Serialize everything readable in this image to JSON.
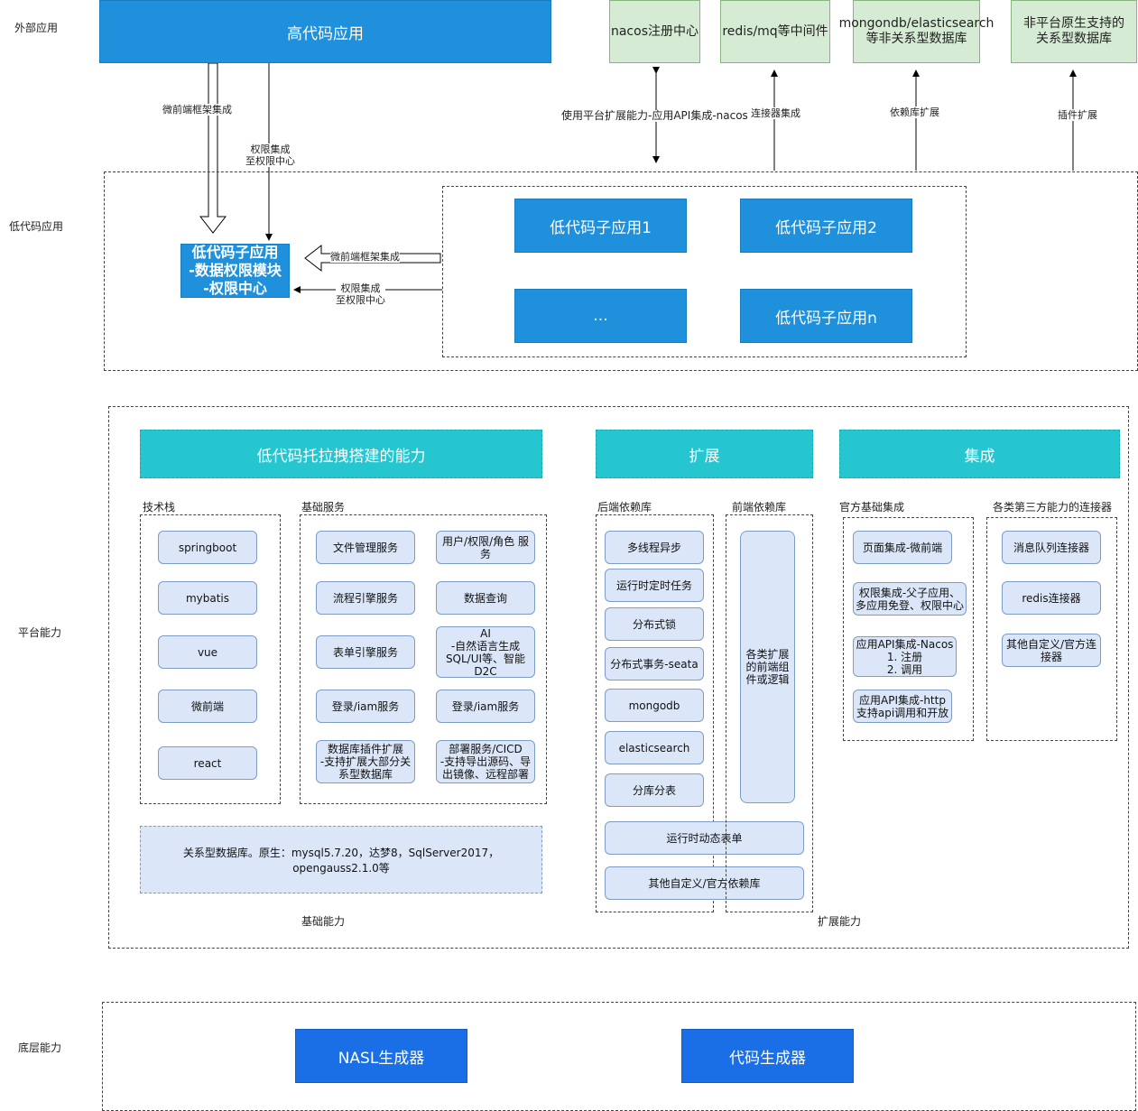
{
  "layers": {
    "external": "外部应用",
    "lowcode": "低代码应用",
    "platform": "平台能力",
    "base": "底层能力"
  },
  "external": {
    "high_code_app": "高代码应用",
    "nacos": "nacos注册中心",
    "redis_mq": "redis/mq等中间件",
    "mongodb_es": "mongondb/elasticsearch\n等非关系型数据库",
    "non_native_db": "非平台原生支持的\n关系型数据库"
  },
  "edges": {
    "micro_frontend_top": "微前端框架集成",
    "auth_top": "权限集成\n至权限中心",
    "nacos_edge": "使用平台扩展能力-应用API集成-nacos",
    "connector_edge": "连接器集成",
    "dep_edge": "依赖库扩展",
    "plugin_edge": "插件扩展",
    "micro_frontend_mid": "微前端框架集成",
    "auth_mid": "权限集成\n至权限中心"
  },
  "lowcode": {
    "auth_app": "低代码子应用\n-数据权限模块\n-权限中心",
    "sub1": "低代码子应用1",
    "sub2": "低代码子应用2",
    "sub_ellipsis": "...",
    "subn": "低代码子应用n"
  },
  "platform": {
    "drag_build_title": "低代码托拉拽搭建的能力",
    "extension_title": "扩展",
    "integration_title": "集成",
    "tech_stack_label": "技术栈",
    "tech_stack": [
      "springboot",
      "mybatis",
      "vue",
      "微前端",
      "react"
    ],
    "base_services_label": "基础服务",
    "base_services_left": [
      "文件管理服务",
      "流程引擎服务",
      "表单引擎服务",
      "登录/iam服务",
      "数据库插件扩展\n-支持扩展大部分关\n系型数据库"
    ],
    "base_services_right": [
      "用户/权限/角色 服务",
      "数据查询",
      "AI\n-自然语言生成\nSQL/UI等、智能\nD2C",
      "登录/iam服务",
      "部署服务/CICD\n-支持导出源码、导\n出镜像、远程部署"
    ],
    "relational_db_note": "关系型数据库。原生：mysql5.7.20，达梦8，SqlServer2017，opengauss2.1.0等",
    "base_capability_label": "基础能力",
    "backend_libs_label": "后端依赖库",
    "backend_libs": [
      "多线程异步",
      "运行时定时任务",
      "分布式锁",
      "分布式事务-seata",
      "mongodb",
      "elasticsearch",
      "分库分表"
    ],
    "runtime_form": "运行时动态表单",
    "other_libs": "其他自定义/官方依赖库",
    "frontend_libs_label": "前端依赖库",
    "frontend_libs": "各类扩展\n的前端组\n件或逻辑",
    "ext_capability_label": "扩展能力",
    "official_label": "官方基础集成",
    "official": [
      "页面集成-微前端",
      "权限集成-父子应用、\n多应用免登、权限中心",
      "应用API集成-Nacos\n1. 注册\n2. 调用",
      "应用API集成-http\n支持api调用和开放"
    ],
    "connectors_label": "各类第三方能力的连接器",
    "connectors": [
      "消息队列连接器",
      "redis连接器",
      "其他自定义/官方连\n接器"
    ]
  },
  "base": {
    "nasl": "NASL生成器",
    "codegen": "代码生成器"
  },
  "colors": {
    "blue": "#1e90dc",
    "dark_blue": "#1a6fe6",
    "teal": "#26c6d0",
    "green": "#d5ebd3",
    "pill": "#dbe7f8"
  }
}
